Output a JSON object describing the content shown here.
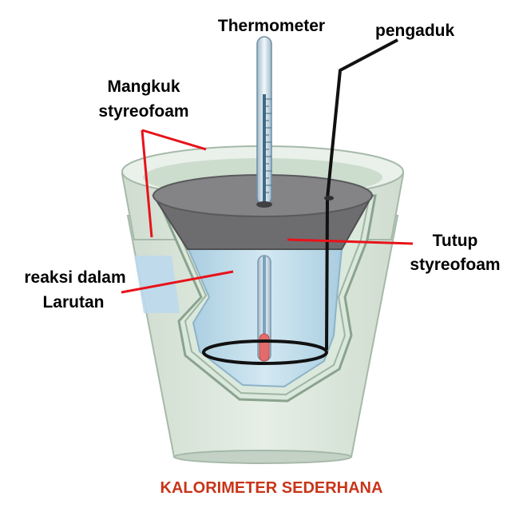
{
  "labels": {
    "thermometer": "Thermometer",
    "stirrer": "pengaduk",
    "cup_line1": "Mangkuk",
    "cup_line2": "styreofoam",
    "solution_line1": "reaksi dalam",
    "solution_line2": "Larutan",
    "lid_line1": "Tutup",
    "lid_line2": "styreofoam"
  },
  "caption": "KALORIMETER SEDERHANA",
  "colors": {
    "leader_line": "#e8121a",
    "caption": "#c8351a",
    "cup_fill": "#dde9df",
    "cup_edge": "#9fb5a3",
    "lid_top": "#7b7b7e",
    "lid_side": "#5f5f62",
    "solution": "#bcd9e8",
    "mercury": "#e36b6b",
    "stirrer": "#111111"
  }
}
